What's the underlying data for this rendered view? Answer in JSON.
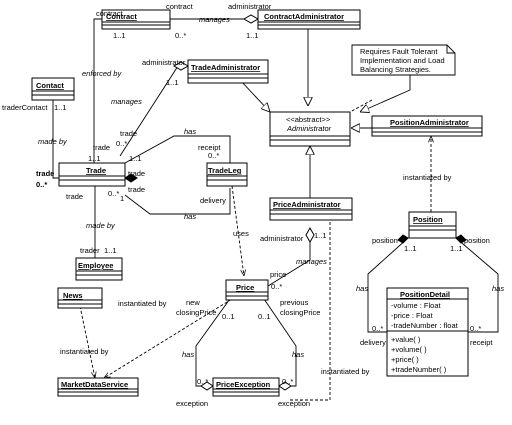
{
  "classes": {
    "contract": "Contract",
    "contract_admin": "ContractAdministrator",
    "trade_admin": "TradeAdministrator",
    "contact": "Contact",
    "trade": "Trade",
    "trade_leg": "TradeLeg",
    "administrator_stereo": "<<abstract>>",
    "administrator": "Administrator",
    "position_admin": "PositionAdministrator",
    "price_admin": "PriceAdministrator",
    "employee": "Employee",
    "news": "News",
    "price": "Price",
    "position": "Position",
    "position_detail": "PositionDetail",
    "market_data_service": "MarketDataService",
    "price_exception": "PriceException"
  },
  "position_detail": {
    "attributes": [
      "-volume : Float",
      "-price : Float",
      "-tradeNumber : float"
    ],
    "operations": [
      "+value( )",
      "+volume( )",
      "+price( )",
      "+tradeNumber( )"
    ]
  },
  "note": [
    "Requires Fault Tolerant",
    "Implementation and Load",
    "Balancing Strategies."
  ],
  "labels": {
    "contract_top_left": "contract",
    "contract_top_right": "contract",
    "administrator_top": "administrator",
    "manages_1": "manages",
    "m_1_contract": "1..1",
    "m_0n_contract": "0..*",
    "m_1_contract_admin": "1..1",
    "enforced_by": "enforced by",
    "administrator_trade": "administrator",
    "m_1_trade_admin": "1..1",
    "manages_2": "manages",
    "trader_contact": "traderContact",
    "m_1_contact": "1..1",
    "made_by_1": "made by",
    "trade_role_1": "trade",
    "trade_role_2": "trade",
    "m_0n_trade_a": "0..*",
    "m_11_trade_a": "1..1",
    "m_11_trade_b": "1..1",
    "has_1": "has",
    "receipt": "receipt",
    "m_0n_receipt": "0..*",
    "trade_role_left": "trade",
    "m_0n_trade_left": "0..*",
    "trade_role_3": "trade",
    "trade_role_4": "trade",
    "m_0n_trade_b": "0..*",
    "m_1_trade_b": "1",
    "delivery_1": "delivery",
    "has_2": "has",
    "made_by_2": "made by",
    "trader": "trader",
    "m_1_employee": "1..1",
    "uses": "uses",
    "administrator_price": "administrator",
    "m_1_price_admin": "1..1",
    "manages_3": "manages",
    "price_role": "price",
    "m_0n_price": "0..*",
    "instantiated_by_1": "instantiated by",
    "instantiated_by_2": "instantiated by",
    "instantiated_by_3": "instantiated by",
    "instantiated_by_4": "instantiated by",
    "new_closing_price_1": "new",
    "new_closing_price_2": "closingPrice",
    "m_01_new": "0..1",
    "m_01_prev": "0..1",
    "prev_closing_price_1": "previous",
    "prev_closing_price_2": "closingPrice",
    "has_3": "has",
    "has_4": "has",
    "m_0n_exc_a": "0..*",
    "m_0n_exc_b": "0..*",
    "exception_1": "exception",
    "exception_2": "exception",
    "position_role_1": "position",
    "position_role_2": "position",
    "m_11_pos_a": "1..1",
    "m_11_pos_b": "1..1",
    "has_5": "has",
    "has_6": "has",
    "m_0n_delivery": "0..*",
    "m_0n_receipt2": "0..*",
    "delivery_2": "delivery",
    "receipt_2": "receipt"
  }
}
